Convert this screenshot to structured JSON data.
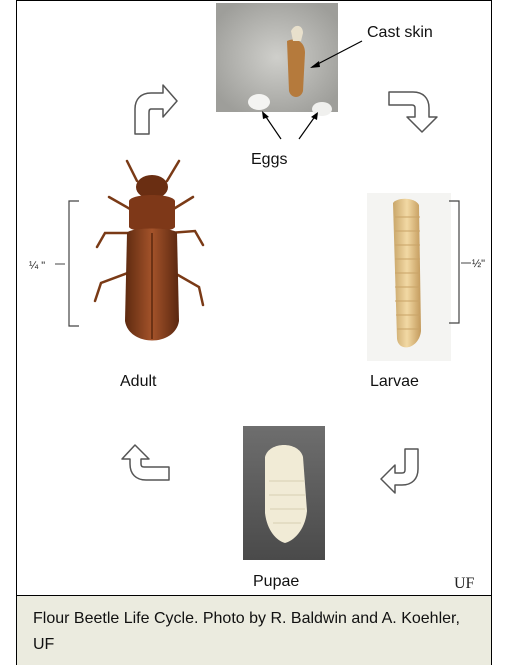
{
  "labels": {
    "cast_skin": "Cast skin",
    "eggs": "Eggs",
    "adult": "Adult",
    "larvae": "Larvae",
    "pupae": "Pupae",
    "adult_size": "¼ \"",
    "larvae_size": "½\""
  },
  "credit_mark": "UF",
  "caption": "Flour Beetle Life Cycle. Photo by R. Baldwin and A. Koehler, UF"
}
